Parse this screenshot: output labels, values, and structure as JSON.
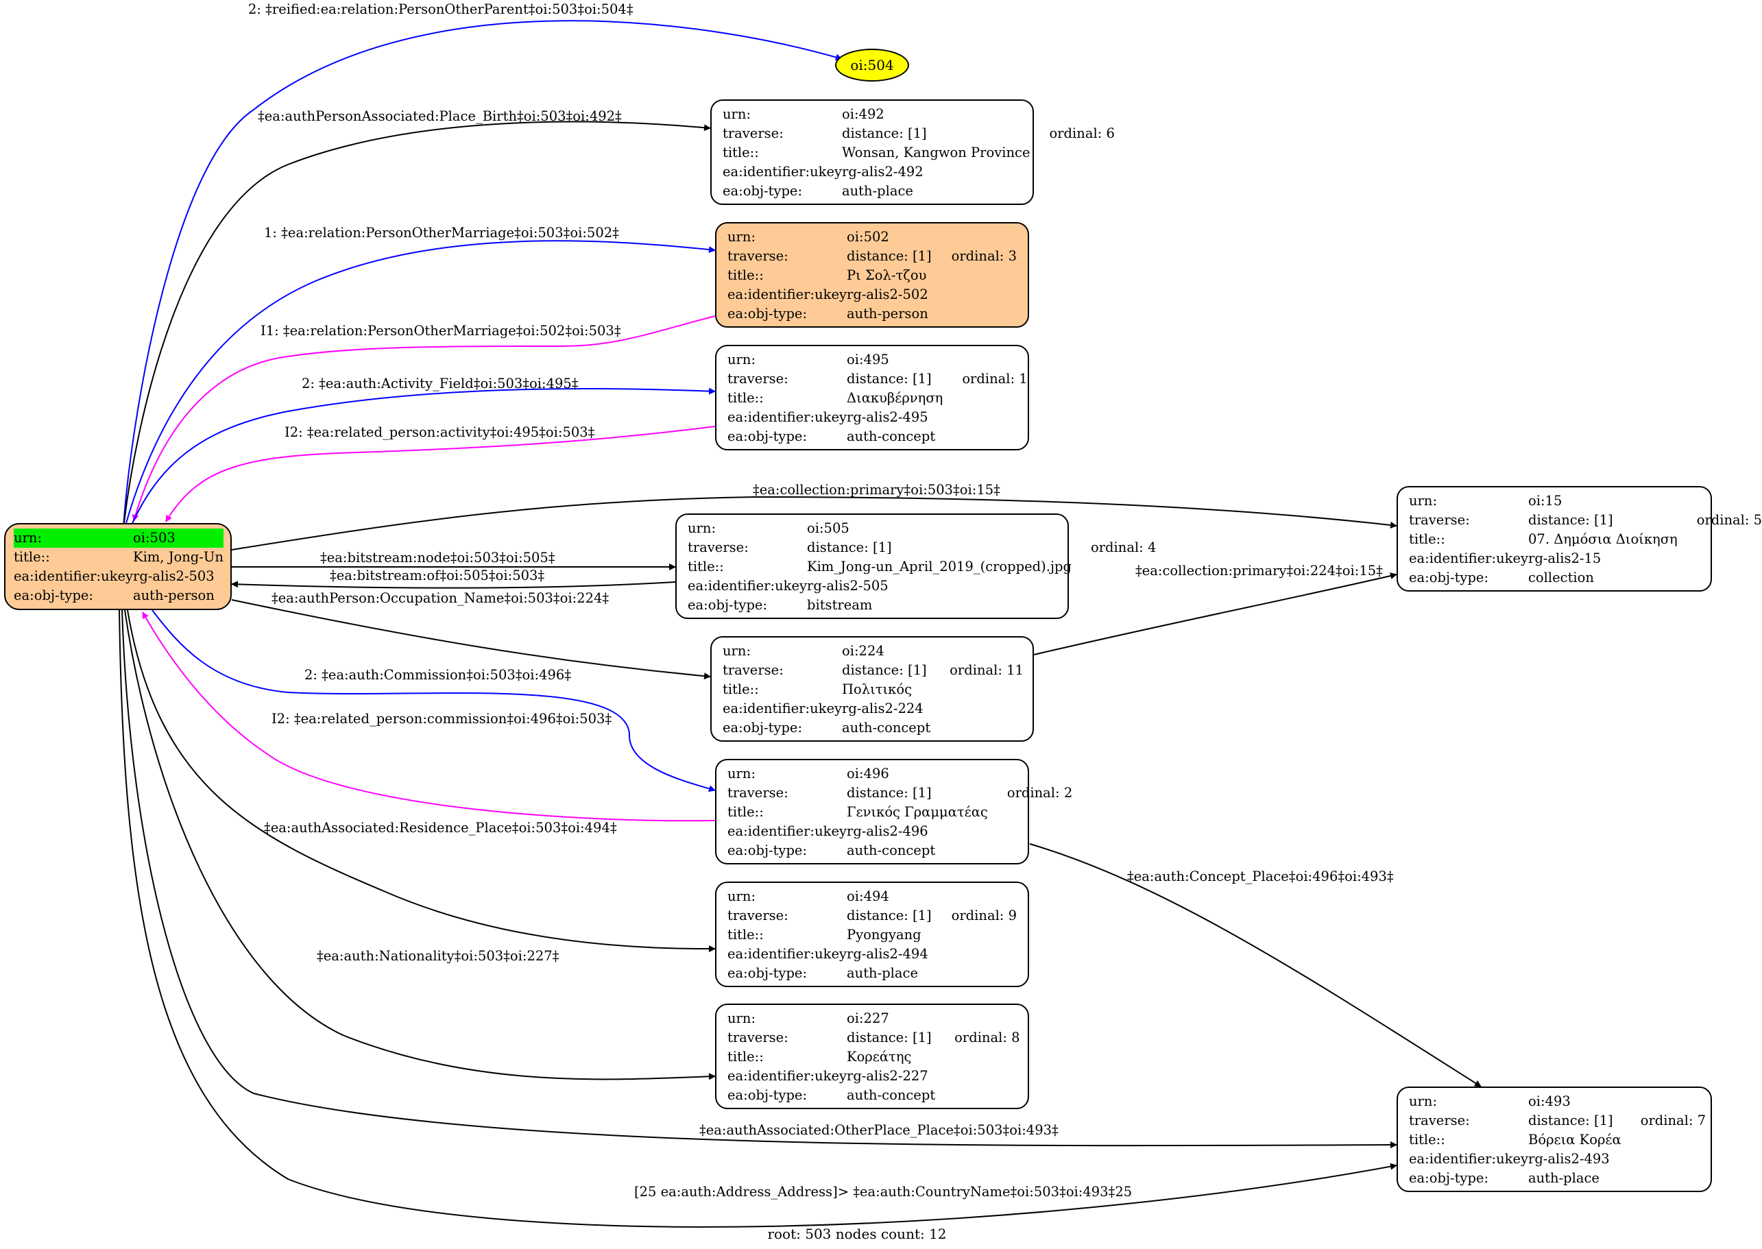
{
  "root_node": {
    "urn_key": "urn:",
    "urn": "oi:503",
    "title_key": "title::",
    "title": "Kim, Jong-Un",
    "ukey_key": "ea:identifier:ukey",
    "ukey": "rg-alis2-503",
    "type_key": "ea:obj-type:",
    "type": "auth-person"
  },
  "ellipse_node": {
    "label": "oi:504"
  },
  "row_keys": {
    "urn": "urn:",
    "traverse": "traverse:",
    "title": "title::",
    "ukey": "ea:identifier:ukey",
    "type": "ea:obj-type:"
  },
  "nodes": [
    {
      "urn": "oi:492",
      "distance": "distance: [1]",
      "ordinal": "ordinal: 6",
      "title": "Wonsan, Kangwon Province",
      "ukey": "rg-alis2-492",
      "type": "auth-place",
      "fill": "#ffffff"
    },
    {
      "urn": "oi:502",
      "distance": "distance: [1]",
      "ordinal": "ordinal: 3",
      "title": "Ρι Σολ-τζου",
      "ukey": "rg-alis2-502",
      "type": "auth-person",
      "fill": "#fecb96"
    },
    {
      "urn": "oi:495",
      "distance": "distance: [1]",
      "ordinal": "ordinal: 1",
      "title": "Διακυβέρνηση",
      "ukey": "rg-alis2-495",
      "type": "auth-concept",
      "fill": "#ffffff"
    },
    {
      "urn": "oi:505",
      "distance": "distance: [1]",
      "ordinal": "ordinal: 4",
      "title": "Kim_Jong-un_April_2019_(cropped).jpg",
      "ukey": "rg-alis2-505",
      "type": "bitstream",
      "fill": "#ffffff"
    },
    {
      "urn": "oi:15",
      "distance": "distance: [1]",
      "ordinal": "ordinal: 5",
      "title": "07. Δημόσια Διοίκηση",
      "ukey": "rg-alis2-15",
      "type": "collection",
      "fill": "#ffffff"
    },
    {
      "urn": "oi:224",
      "distance": "distance: [1]",
      "ordinal": "ordinal: 11",
      "title": "Πολιτικός",
      "ukey": "rg-alis2-224",
      "type": "auth-concept",
      "fill": "#ffffff"
    },
    {
      "urn": "oi:496",
      "distance": "distance: [1]",
      "ordinal": "ordinal: 2",
      "title": "Γενικός Γραμματέας",
      "ukey": "rg-alis2-496",
      "type": "auth-concept",
      "fill": "#ffffff"
    },
    {
      "urn": "oi:494",
      "distance": "distance: [1]",
      "ordinal": "ordinal: 9",
      "title": "Pyongyang",
      "ukey": "rg-alis2-494",
      "type": "auth-place",
      "fill": "#ffffff"
    },
    {
      "urn": "oi:227",
      "distance": "distance: [1]",
      "ordinal": "ordinal: 8",
      "title": "Κορεάτης",
      "ukey": "rg-alis2-227",
      "type": "auth-concept",
      "fill": "#ffffff"
    },
    {
      "urn": "oi:493",
      "distance": "distance: [1]",
      "ordinal": "ordinal: 7",
      "title": "Βόρεια Κορέα",
      "ukey": "rg-alis2-493",
      "type": "auth-place",
      "fill": "#ffffff"
    }
  ],
  "edges": [
    {
      "label": "2: ‡reified:ea:relation:PersonOtherParent‡oi:503‡oi:504‡",
      "color": "#0000ff"
    },
    {
      "label": "‡ea:authPersonAssociated:Place_Birth‡oi:503‡oi:492‡",
      "color": "#000000"
    },
    {
      "label": "1: ‡ea:relation:PersonOtherMarriage‡oi:503‡oi:502‡",
      "color": "#0000ff"
    },
    {
      "label": "I1: ‡ea:relation:PersonOtherMarriage‡oi:502‡oi:503‡",
      "color": "#ff00ff"
    },
    {
      "label": "2: ‡ea:auth:Activity_Field‡oi:503‡oi:495‡",
      "color": "#0000ff"
    },
    {
      "label": "I2: ‡ea:related_person:activity‡oi:495‡oi:503‡",
      "color": "#ff00ff"
    },
    {
      "label": "‡ea:collection:primary‡oi:503‡oi:15‡",
      "color": "#000000"
    },
    {
      "label": "‡ea:bitstream:node‡oi:503‡oi:505‡",
      "color": "#000000"
    },
    {
      "label": "‡ea:bitstream:of‡oi:505‡oi:503‡",
      "color": "#000000"
    },
    {
      "label": "‡ea:authPerson:Occupation_Name‡oi:503‡oi:224‡",
      "color": "#000000"
    },
    {
      "label": "‡ea:collection:primary‡oi:224‡oi:15‡",
      "color": "#000000"
    },
    {
      "label": "2: ‡ea:auth:Commission‡oi:503‡oi:496‡",
      "color": "#0000ff"
    },
    {
      "label": "I2: ‡ea:related_person:commission‡oi:496‡oi:503‡",
      "color": "#ff00ff"
    },
    {
      "label": "‡ea:authAssociated:Residence_Place‡oi:503‡oi:494‡",
      "color": "#000000"
    },
    {
      "label": "‡ea:auth:Concept_Place‡oi:496‡oi:493‡",
      "color": "#000000"
    },
    {
      "label": "‡ea:auth:Nationality‡oi:503‡oi:227‡",
      "color": "#000000"
    },
    {
      "label": "‡ea:authAssociated:OtherPlace_Place‡oi:503‡oi:493‡",
      "color": "#000000"
    },
    {
      "label": "[25 ea:auth:Address_Address]> ‡ea:auth:CountryName‡oi:503‡oi:493‡25",
      "color": "#000000"
    }
  ],
  "footer": {
    "text": "root: 503 nodes count: 12"
  },
  "colors": {
    "root_highlight": "#00ee00",
    "person_fill": "#fecb96",
    "ellipse_fill": "#ffff00"
  }
}
